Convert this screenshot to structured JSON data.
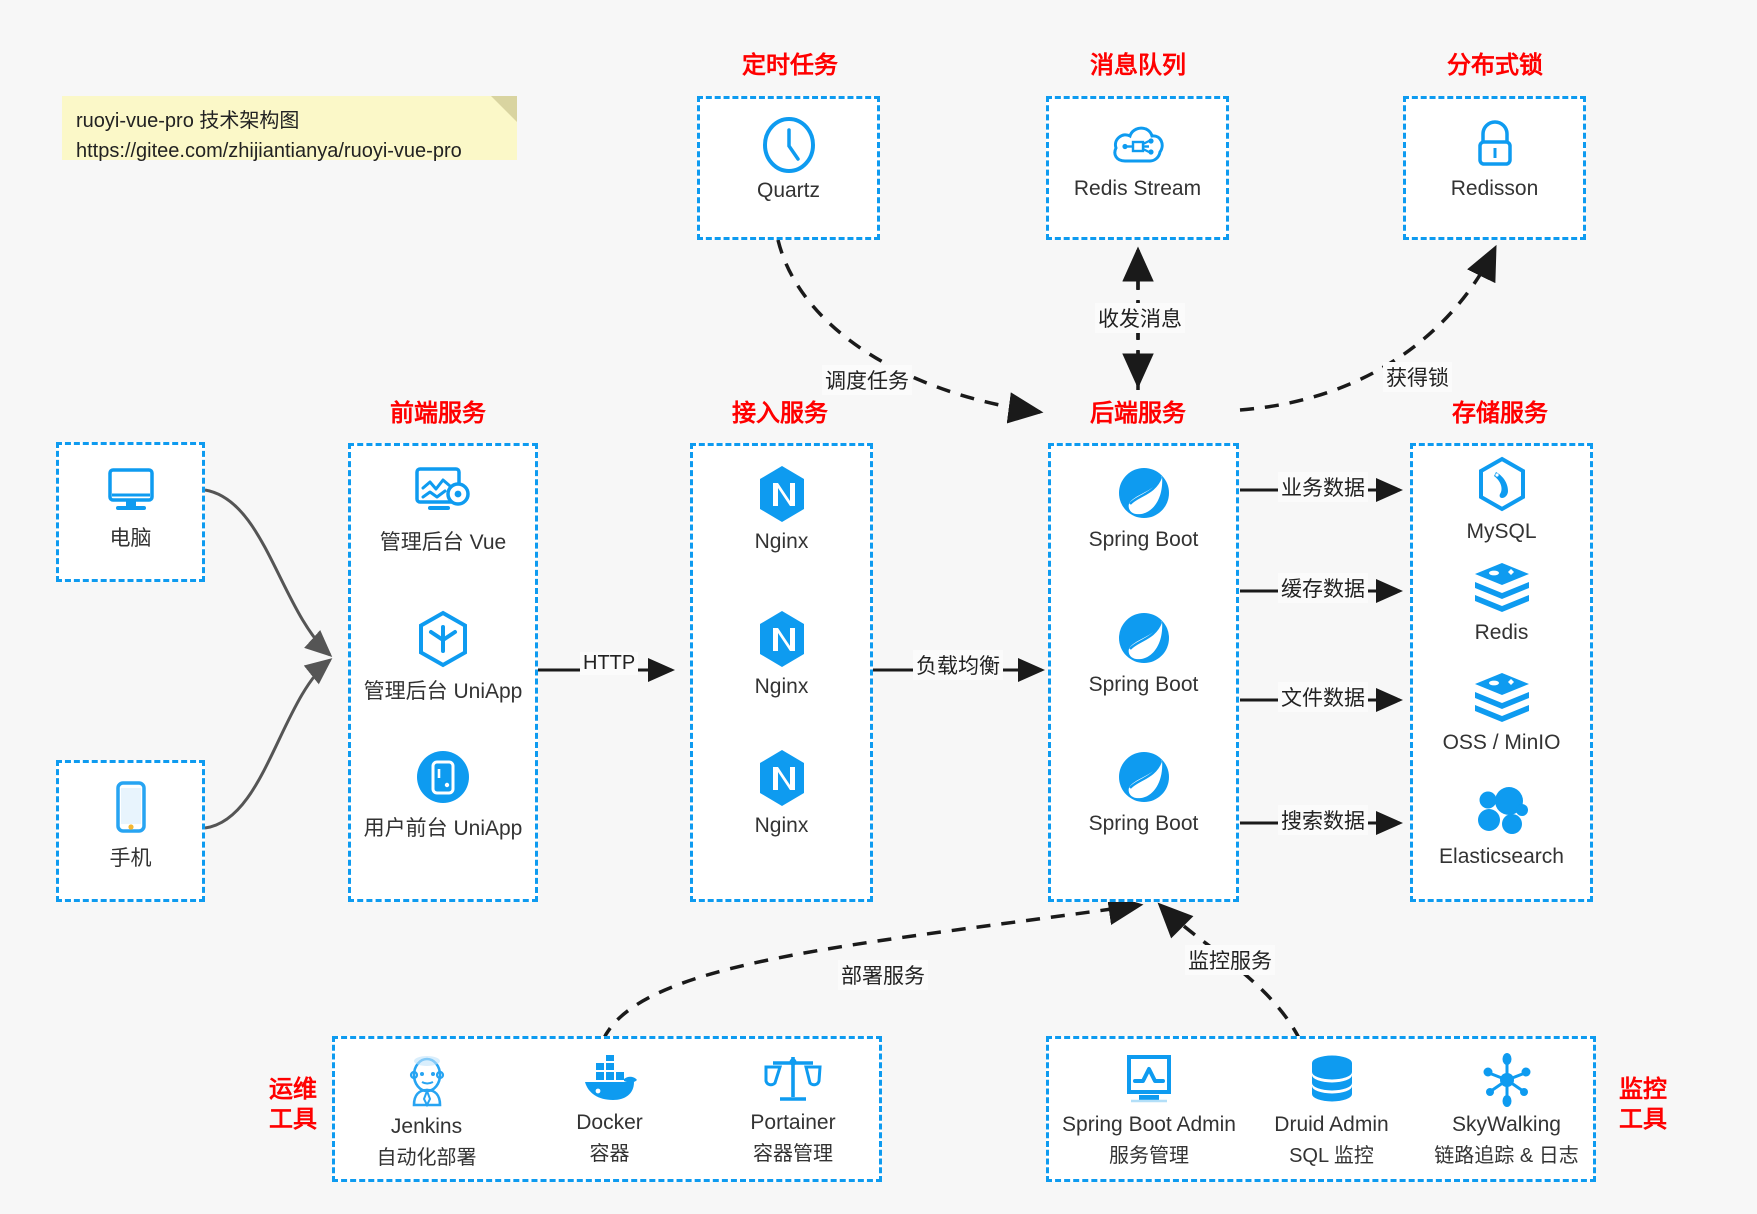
{
  "note": {
    "line1": "ruoyi-vue-pro 技术架构图",
    "line2": "https://gitee.com/zhijiantianya/ruoyi-vue-pro"
  },
  "colors": {
    "accent_blue": "#0e9bf0",
    "title_red": "#ff0000",
    "background": "#f7f7f7",
    "box_fill": "#ffffff",
    "note_fill": "#fbf8c8",
    "edge_dark": "#333333",
    "edge_grey": "#555555"
  },
  "groups": {
    "scheduled_task": {
      "title": "定时任务",
      "nodes": [
        {
          "label": "Quartz",
          "icon": "clock-icon"
        }
      ]
    },
    "message_queue": {
      "title": "消息队列",
      "nodes": [
        {
          "label": "Redis Stream",
          "icon": "cloud-stream-icon"
        }
      ]
    },
    "distributed_lock": {
      "title": "分布式锁",
      "nodes": [
        {
          "label": "Redisson",
          "icon": "lock-icon"
        }
      ]
    },
    "client_pc": {
      "title": "",
      "nodes": [
        {
          "label": "电脑",
          "icon": "desktop-monitor-icon"
        }
      ]
    },
    "client_mobile": {
      "title": "",
      "nodes": [
        {
          "label": "手机",
          "icon": "smartphone-icon"
        }
      ]
    },
    "frontend": {
      "title": "前端服务",
      "nodes": [
        {
          "label": "管理后台 Vue",
          "icon": "dashboard-gear-icon"
        },
        {
          "label": "管理后台 UniApp",
          "icon": "hexagon-cube-icon"
        },
        {
          "label": "用户前台 UniApp",
          "icon": "mobile-circle-icon"
        }
      ]
    },
    "gateway": {
      "title": "接入服务",
      "nodes": [
        {
          "label": "Nginx",
          "icon": "nginx-icon"
        },
        {
          "label": "Nginx",
          "icon": "nginx-icon"
        },
        {
          "label": "Nginx",
          "icon": "nginx-icon"
        }
      ]
    },
    "backend": {
      "title": "后端服务",
      "nodes": [
        {
          "label": "Spring Boot",
          "icon": "spring-leaf-icon"
        },
        {
          "label": "Spring Boot",
          "icon": "spring-leaf-icon"
        },
        {
          "label": "Spring Boot",
          "icon": "spring-leaf-icon"
        }
      ]
    },
    "storage": {
      "title": "存储服务",
      "nodes": [
        {
          "label": "MySQL",
          "icon": "mysql-dolphin-icon"
        },
        {
          "label": "Redis",
          "icon": "redis-stack-icon"
        },
        {
          "label": "OSS / MinIO",
          "icon": "redis-stack-icon"
        },
        {
          "label": "Elasticsearch",
          "icon": "elasticsearch-icon"
        }
      ]
    },
    "devops": {
      "title": "运维\n工具",
      "title_line1": "运维",
      "title_line2": "工具",
      "nodes": [
        {
          "label": "Jenkins",
          "sublabel": "自动化部署",
          "icon": "jenkins-butler-icon"
        },
        {
          "label": "Docker",
          "sublabel": "容器",
          "icon": "docker-whale-icon"
        },
        {
          "label": "Portainer",
          "sublabel": "容器管理",
          "icon": "scales-icon"
        }
      ]
    },
    "monitoring": {
      "title_line1": "监控",
      "title_line2": "工具",
      "nodes": [
        {
          "label": "Spring Boot Admin",
          "sublabel": "服务管理",
          "icon": "monitor-chart-icon"
        },
        {
          "label": "Druid Admin",
          "sublabel": "SQL 监控",
          "icon": "database-cylinder-icon"
        },
        {
          "label": "SkyWalking",
          "sublabel": "链路追踪 & 日志",
          "icon": "network-nodes-icon"
        }
      ]
    }
  },
  "edges": [
    {
      "id": "http",
      "label": "HTTP",
      "from": "frontend",
      "to": "gateway"
    },
    {
      "id": "load-balance",
      "label": "负载均衡",
      "from": "gateway",
      "to": "backend"
    },
    {
      "id": "schedule-task",
      "label": "调度任务",
      "from": "scheduled_task",
      "to": "backend"
    },
    {
      "id": "send-receive-message",
      "label": "收发消息",
      "from": "backend",
      "to": "message_queue"
    },
    {
      "id": "acquire-lock",
      "label": "获得锁",
      "from": "backend",
      "to": "distributed_lock"
    },
    {
      "id": "business-data",
      "label": "业务数据",
      "from": "backend",
      "to": "storage"
    },
    {
      "id": "cache-data",
      "label": "缓存数据",
      "from": "backend",
      "to": "storage"
    },
    {
      "id": "file-data",
      "label": "文件数据",
      "from": "backend",
      "to": "storage"
    },
    {
      "id": "search-data",
      "label": "搜索数据",
      "from": "backend",
      "to": "storage"
    },
    {
      "id": "deploy-service",
      "label": "部署服务",
      "from": "devops",
      "to": "backend"
    },
    {
      "id": "monitor-service",
      "label": "监控服务",
      "from": "monitoring",
      "to": "backend"
    }
  ]
}
